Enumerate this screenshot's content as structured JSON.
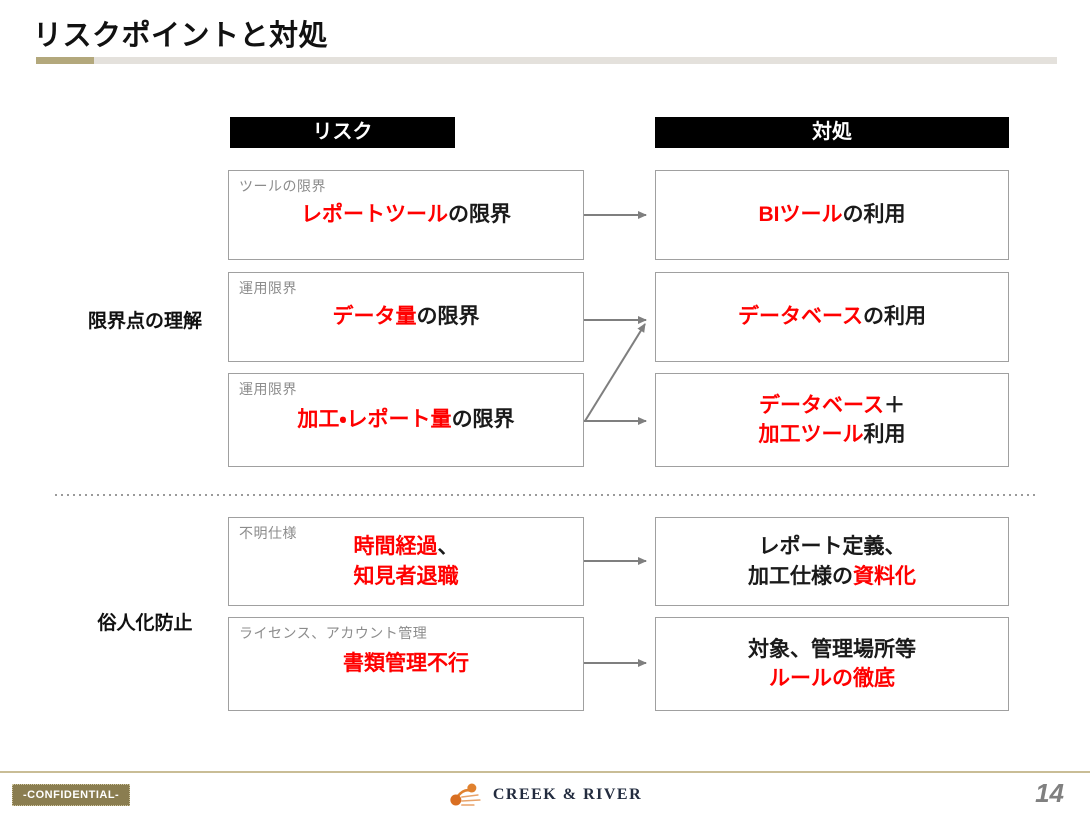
{
  "title": "リスクポイントと対処",
  "headers": {
    "risk": "リスク",
    "action": "対処"
  },
  "section_labels": {
    "first": "限界点の理解",
    "second": "俗人化防止"
  },
  "risk_boxes": [
    {
      "tag": "ツールの限界",
      "red1": "レポートツール",
      "black1": "の限界"
    },
    {
      "tag": "運用限界",
      "red1": "データ量",
      "black1": "の限界"
    },
    {
      "tag": "運用限界",
      "red1": "加工・レポート量",
      "black1": "の限界"
    },
    {
      "tag": "不明仕様",
      "red1": "時間経過",
      "black1": "、",
      "red2": "知見者退職"
    },
    {
      "tag": "ライセンス、アカウント管理",
      "red1": "書類管理不行"
    }
  ],
  "action_boxes": [
    {
      "red1": "BIツール",
      "black1": "の利用"
    },
    {
      "red1": "データベース",
      "black1": "の利用"
    },
    {
      "red1": "データベース",
      "black1": "＋",
      "red2": "加工ツール",
      "black2": "利用"
    },
    {
      "black1": "レポート定義、",
      "black2": "加工仕様の",
      "red2": "資料化"
    },
    {
      "black1": "対象、管理場所等",
      "red2": "ルールの徹底"
    }
  ],
  "footer": {
    "confidential": "-CONFIDENTIAL-",
    "logo": "CREEK & RIVER",
    "page": "14"
  },
  "colors": {
    "accent_red": "#ff0000",
    "tan_accent": "#b3a87c",
    "header_bg": "#000000",
    "box_border_gray": "#a0a0a0",
    "arrow_gray": "#7f7f7f",
    "footer_line_tan": "#c9bd96",
    "confidential_bg": "#8a7d50"
  }
}
